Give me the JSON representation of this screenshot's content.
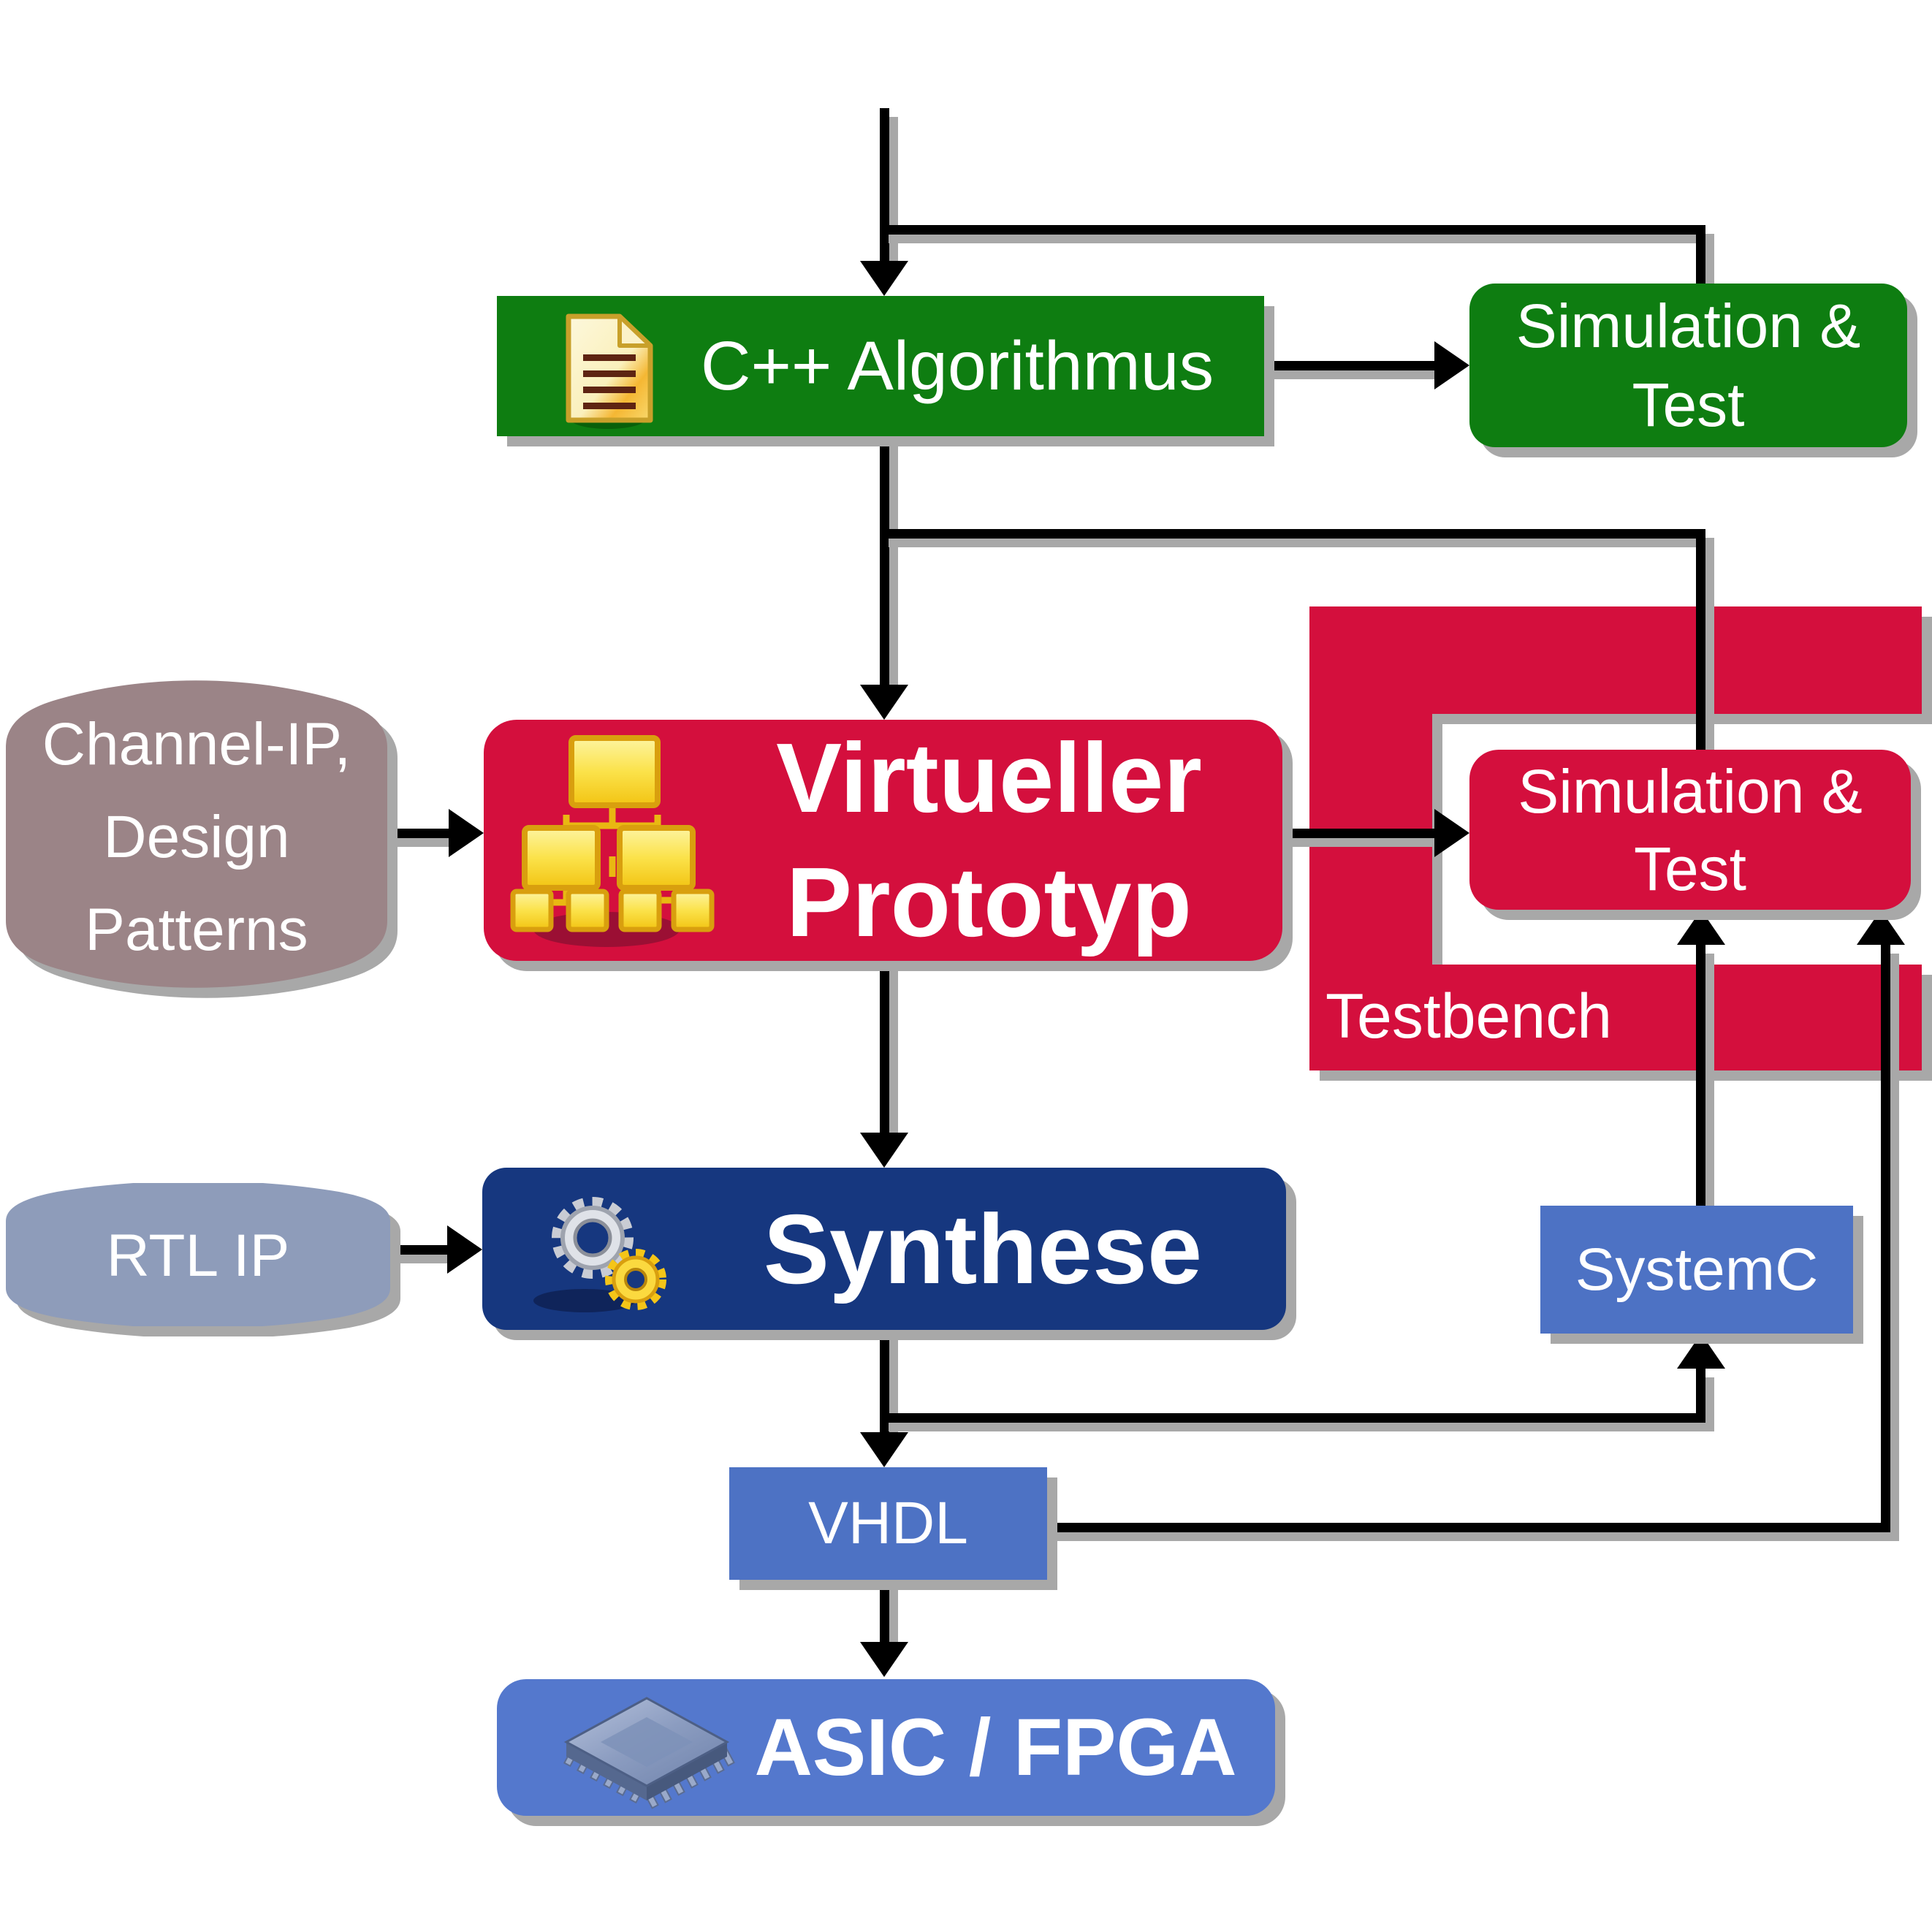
{
  "diagram": {
    "title": "HW design flow (virtual prototyping)",
    "nodes": {
      "cpp_algorithm": {
        "label": "C++ Algorithmus"
      },
      "sim_test_top": {
        "line1": "Simulation &",
        "line2": "Test"
      },
      "channel_ip": {
        "line1": "Channel-IP,",
        "line2": "Design",
        "line3": "Patterns"
      },
      "virtual_prototype": {
        "line1": "Virtueller",
        "line2": "Prototyp"
      },
      "testbench": {
        "label": "Testbench"
      },
      "sim_test_mid": {
        "line1": "Simulation &",
        "line2": "Test"
      },
      "rtl_ip": {
        "label": "RTL IP"
      },
      "synthese": {
        "label": "Synthese"
      },
      "systemc": {
        "label": "SystemC"
      },
      "vhdl": {
        "label": "VHDL"
      },
      "asic_fpga": {
        "label": "ASIC / FPGA"
      }
    },
    "icons": {
      "cpp_algorithm": "document-icon",
      "virtual_prototype": "hierarchy-icon",
      "synthese": "gears-icon",
      "asic_fpga": "chip-icon"
    },
    "colors": {
      "green": "#0e7d11",
      "crimson": "#d40f3d",
      "navy": "#16377f",
      "blue": "#4d72c4",
      "asic_blue": "#5478cd",
      "mauve": "#9b8487",
      "steel_blue": "#8e9cba",
      "line": "#000000",
      "shadow": "#a8a8a8",
      "text": "#ffffff"
    }
  }
}
